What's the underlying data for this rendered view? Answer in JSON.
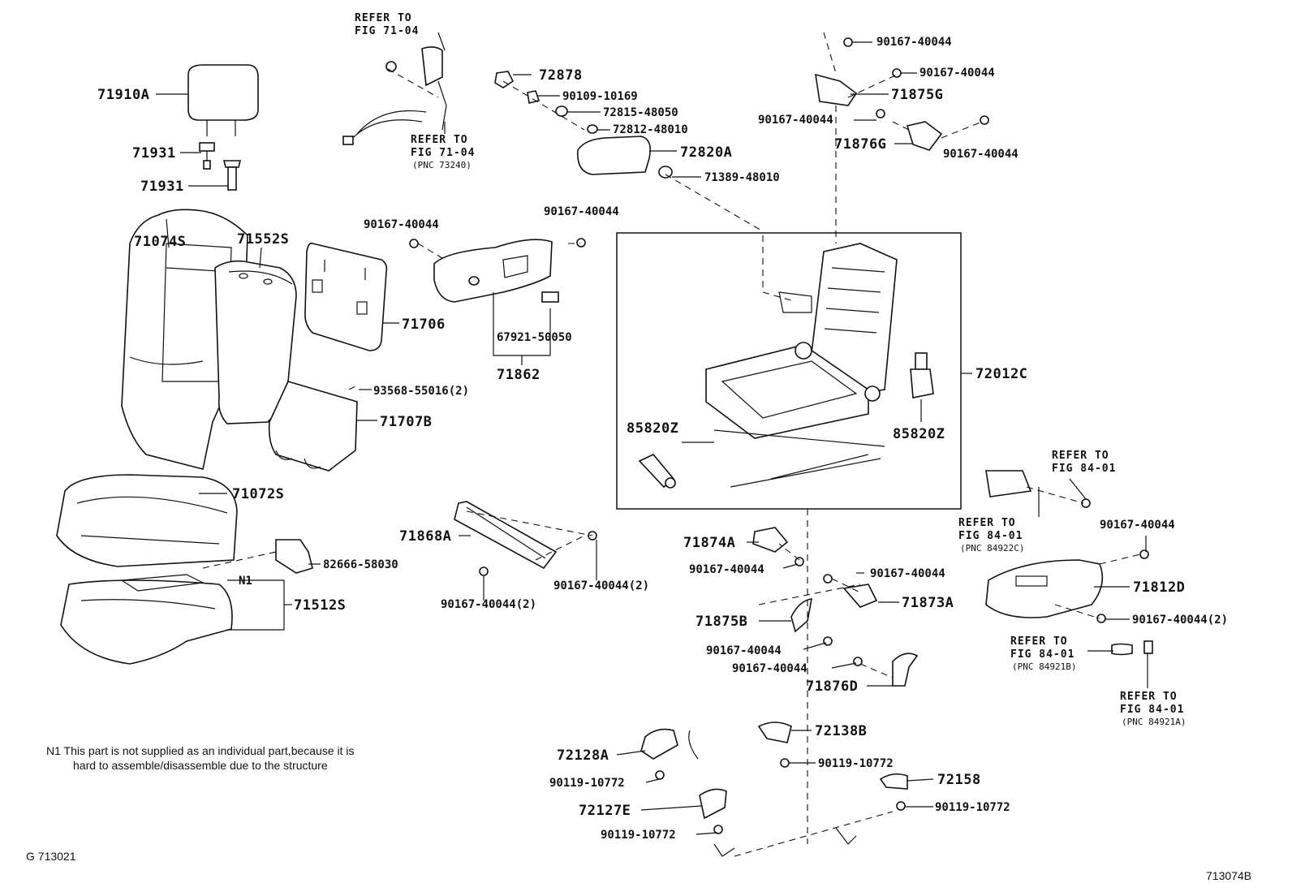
{
  "diagram": {
    "labels": {
      "l71910A": "71910A",
      "l71931a": "71931",
      "l71931b": "71931",
      "l71074S": "71074S",
      "l71552S": "71552S",
      "l71706": "71706",
      "l93568": "93568-55016(2)",
      "l71707B": "71707B",
      "l71072S": "71072S",
      "l82666": "82666-58030",
      "lN1": "N1",
      "l71512S": "71512S",
      "l72878": "72878",
      "l90109": "90109-10169",
      "l72815": "72815-48050",
      "l72812": "72812-48010",
      "l72820A": "72820A",
      "l71389": "71389-48010",
      "l90167_a": "90167-40044",
      "l90167_b": "90167-40044",
      "l67921": "67921-50050",
      "l71862": "71862",
      "l90167_top1": "90167-40044",
      "l90167_top2": "90167-40044",
      "l71875G": "71875G",
      "l90167_top3": "90167-40044",
      "l71876G": "71876G",
      "l90167_top4": "90167-40044",
      "l72012C": "72012C",
      "l85820Z_l": "85820Z",
      "l85820Z_r": "85820Z",
      "l71868A": "71868A",
      "l90167_2a": "90167-40044(2)",
      "l90167_2b": "90167-40044(2)",
      "l71874A": "71874A",
      "l90167_m1": "90167-40044",
      "l90167_m2": "90167-40044",
      "l71873A": "71873A",
      "l71875B": "71875B",
      "l90167_m3": "90167-40044",
      "l90167_m4": "90167-40044",
      "l71876D": "71876D",
      "l90167_r1": "90167-40044",
      "l71812D": "71812D",
      "l90167_r2": "90167-40044(2)",
      "l72128A": "72128A",
      "l90119_a": "90119-10772",
      "l72127E": "72127E",
      "l90119_b": "90119-10772",
      "l72138B": "72138B",
      "l90119_c": "90119-10772",
      "l72158": "72158",
      "l90119_d": "90119-10772"
    },
    "references": {
      "r1a": "REFER TO",
      "r1b": "FIG 71-04",
      "r2a": "REFER TO",
      "r2b": "FIG 71-04",
      "r2c": "(PNC 73240)",
      "r3a": "REFER TO",
      "r3b": "FIG 84-01",
      "r4a": "REFER TO",
      "r4b": "FIG 84-01",
      "r4c": "(PNC 84922C)",
      "r5a": "REFER TO",
      "r5b": "FIG 84-01",
      "r5c": "(PNC 84921B)",
      "r6a": "REFER TO",
      "r6b": "FIG 84-01",
      "r6c": "(PNC 84921A)"
    },
    "note": {
      "line1": "N1  This part is not supplied as an individual  part,because it is",
      "line2": "hard to  assemble/disassemble due to the structure"
    },
    "footer": {
      "left_code": "G  713021",
      "right_code": "713074B"
    }
  }
}
